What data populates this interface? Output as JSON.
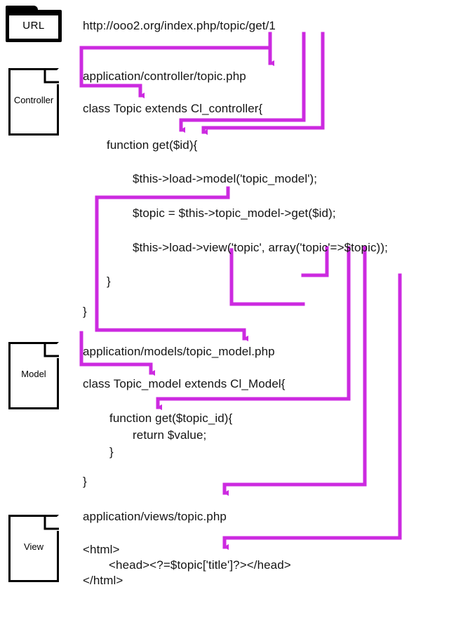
{
  "diagram": {
    "title": "MVC request flow",
    "accent_color": "#cc2ae0",
    "ink_color": "#141414"
  },
  "stencils": [
    {
      "id": "url",
      "label": "URL",
      "icon": "folder-icon"
    },
    {
      "id": "controller",
      "label": "Controller",
      "icon": "page-icon"
    },
    {
      "id": "model",
      "label": "Model",
      "icon": "page-icon"
    },
    {
      "id": "view",
      "label": "View",
      "icon": "page-icon"
    }
  ],
  "code": {
    "url_line": "http://ooo2.org/index.php/topic/get/1",
    "controller_path": "application/controller/topic.php",
    "controller_class": "class Topic extends Cl_controller{",
    "controller_function": "function get($id){",
    "controller_load_model": "$this->load->model('topic_model');",
    "controller_call_model": "$topic = $this->topic_model->get($id);",
    "controller_load_view": "$this->load->view('topic', array('topic'=>$topic));",
    "controller_close_function": "}",
    "controller_close_class": "}",
    "model_path": "application/models/topic_model.php",
    "model_class": "class Topic_model extends Cl_Model{",
    "model_function": "function get($topic_id){",
    "model_return": "return $value;",
    "model_close_function": "}",
    "model_close_class": "}",
    "view_path": "application/views/topic.php",
    "view_html_open": "<html>",
    "view_head": "<head><?=$topic['title']?></head>",
    "view_html_close": "</html>"
  }
}
